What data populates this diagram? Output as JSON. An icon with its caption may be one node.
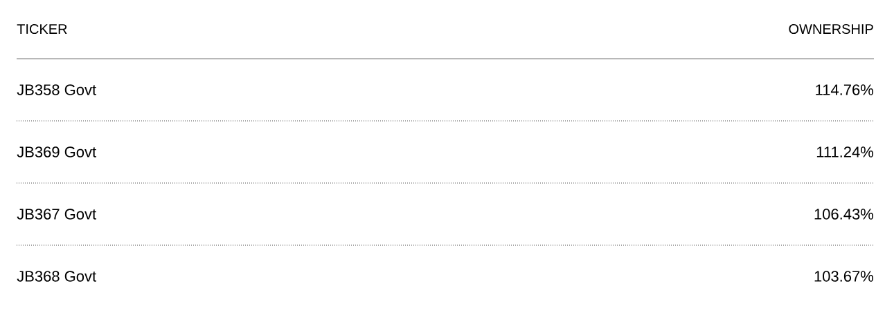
{
  "diagram": {
    "labels": [
      "TICKER",
      "OWNERSHIP",
      "JB358 Govt",
      "114.76%",
      "JB369 Govt",
      "111.24%",
      "JB367 Govt",
      "106.43%",
      "JB368 Govt",
      "103.67%"
    ]
  }
}
